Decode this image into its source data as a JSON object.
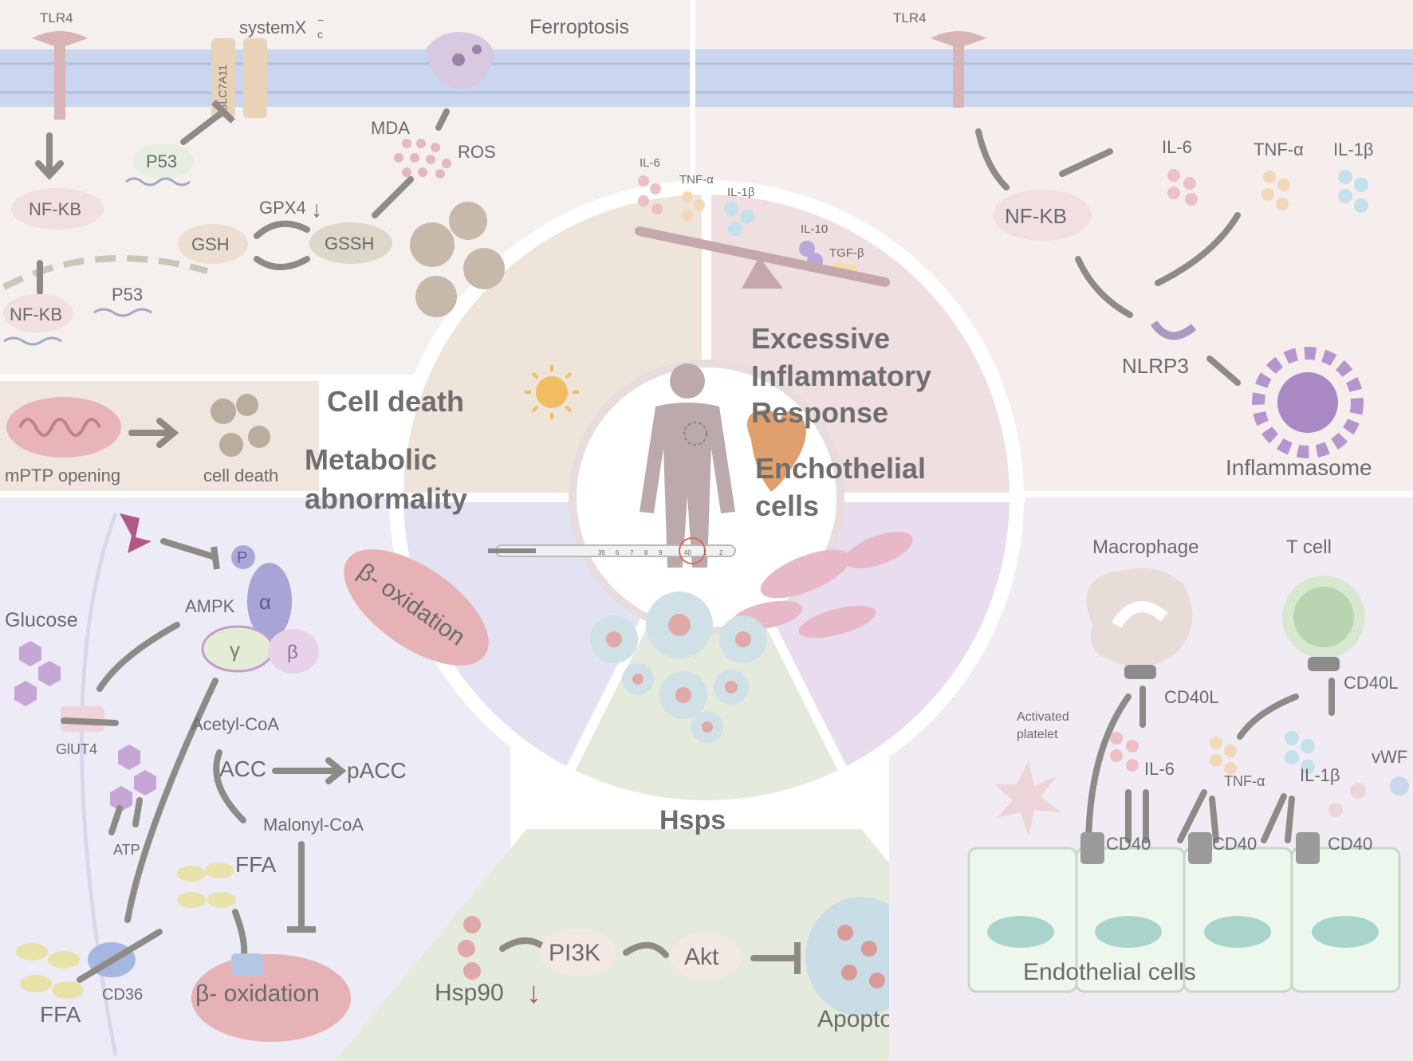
{
  "top_left": {
    "tlr4": "TLR4",
    "system_xc": "systemX",
    "system_xc_sup": "−",
    "system_xc_sub": "c",
    "slc7a11": "SLC7A11",
    "ferroptosis": "Ferroptosis",
    "p53_top": "P53",
    "nfkb_top": "NF-KB",
    "mda": "MDA",
    "ros": "ROS",
    "gpx4": "GPX4",
    "gpx4_arrow": "↓",
    "gsh": "GSH",
    "gssh": "GSSH",
    "nfkb_bottom": "NF-KB",
    "p53_bottom": "P53"
  },
  "mptp": {
    "opening": "mPTP opening",
    "cell_death": "cell death"
  },
  "top_right": {
    "tlr4": "TLR4",
    "nfkb": "NF-KB",
    "il6": "IL-6",
    "tnfa": "TNF-α",
    "il1b": "IL-1β",
    "nlrp3": "NLRP3",
    "inflammasome": "Inflammasome"
  },
  "center": {
    "cell_death": "Cell death",
    "inflammatory_line1": "Excessive",
    "inflammatory_line2": "Inflammatory",
    "inflammatory_line3": "Response",
    "metabolic_line1": "Metabolic",
    "metabolic_line2": "abnormality",
    "beta_oxidation": "β- oxidation",
    "endothelial_line1": "Enchothelial",
    "endothelial_line2": "cells",
    "hsps": "Hsps",
    "balance": {
      "il6": "IL-6",
      "tnfa": "TNF-α",
      "il1b": "IL-1β",
      "il10": "IL-10",
      "tgfb": "TGF-β"
    },
    "thermometer": {
      "t35": "35",
      "t6": "6",
      "t7": "7",
      "t8": "8",
      "t9": "9",
      "t40": "40",
      "t1": "1",
      "t2": "2"
    }
  },
  "bottom_left": {
    "glucose": "Glucose",
    "ampk": "AMPK",
    "p": "P",
    "alpha": "α",
    "gamma": "γ",
    "beta": "β",
    "glut4": "GlUT4",
    "atp": "ATP",
    "acetyl_coa": "Acetyl-CoA",
    "acc": "ACC",
    "pacc": "pACC",
    "malonyl_coa": "Malonyl-CoA",
    "ffa_right": "FFA",
    "ffa_left": "FFA",
    "cd36": "CD36",
    "beta_oxidation": "β- oxidation"
  },
  "bottom_center": {
    "pi3k": "PI3K",
    "akt": "Akt",
    "hsp90": "Hsp90",
    "hsp90_arrow": "↓",
    "apoptosis": "Apoptosis"
  },
  "bottom_right": {
    "macrophage": "Macrophage",
    "t_cell": "T cell",
    "cd40l_left": "CD40L",
    "cd40l_right": "CD40L",
    "activated_line1": "Activated",
    "activated_line2": "platelet",
    "il6": "IL-6",
    "tnfa": "TNF-α",
    "il1b": "IL-1β",
    "vwf": "vWF",
    "cd40_a": "CD40",
    "cd40_b": "CD40",
    "cd40_c": "CD40",
    "endothelial_cells": "Endothelial cells"
  }
}
